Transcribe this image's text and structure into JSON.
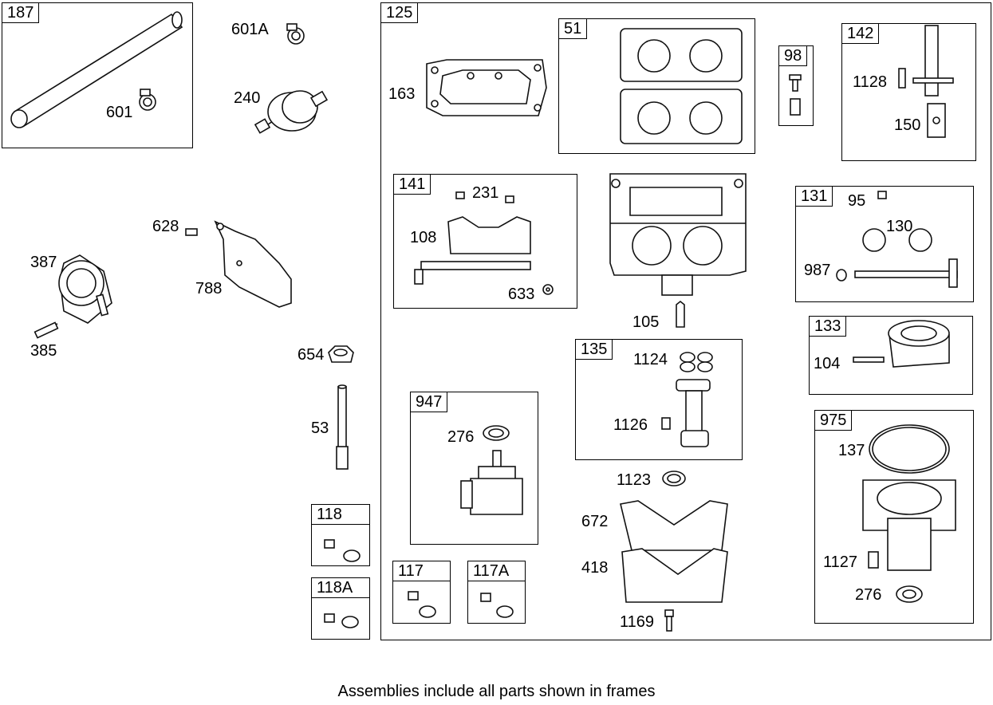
{
  "frames": {
    "f187": "187",
    "f125": "125",
    "f51": "51",
    "f98": "98",
    "f142": "142",
    "f141": "141",
    "f131": "131",
    "f133": "133",
    "f135": "135",
    "f947": "947",
    "f975": "975",
    "f118": "118",
    "f118a": "118A",
    "f117": "117",
    "f117a": "117A"
  },
  "labels": {
    "p601a": "601A",
    "p601": "601",
    "p240": "240",
    "p628": "628",
    "p387": "387",
    "p788": "788",
    "p385": "385",
    "p654": "654",
    "p53": "53",
    "p163": "163",
    "p1128": "1128",
    "p150": "150",
    "p231": "231",
    "p108": "108",
    "p633": "633",
    "p95": "95",
    "p130": "130",
    "p987": "987",
    "p105": "105",
    "p104": "104",
    "p1124": "1124",
    "p1126": "1126",
    "p276a": "276",
    "p137": "137",
    "p1123": "1123",
    "p672": "672",
    "p418": "418",
    "p1127": "1127",
    "p276b": "276",
    "p1169": "1169"
  },
  "footer": "Assemblies include all parts shown in frames"
}
